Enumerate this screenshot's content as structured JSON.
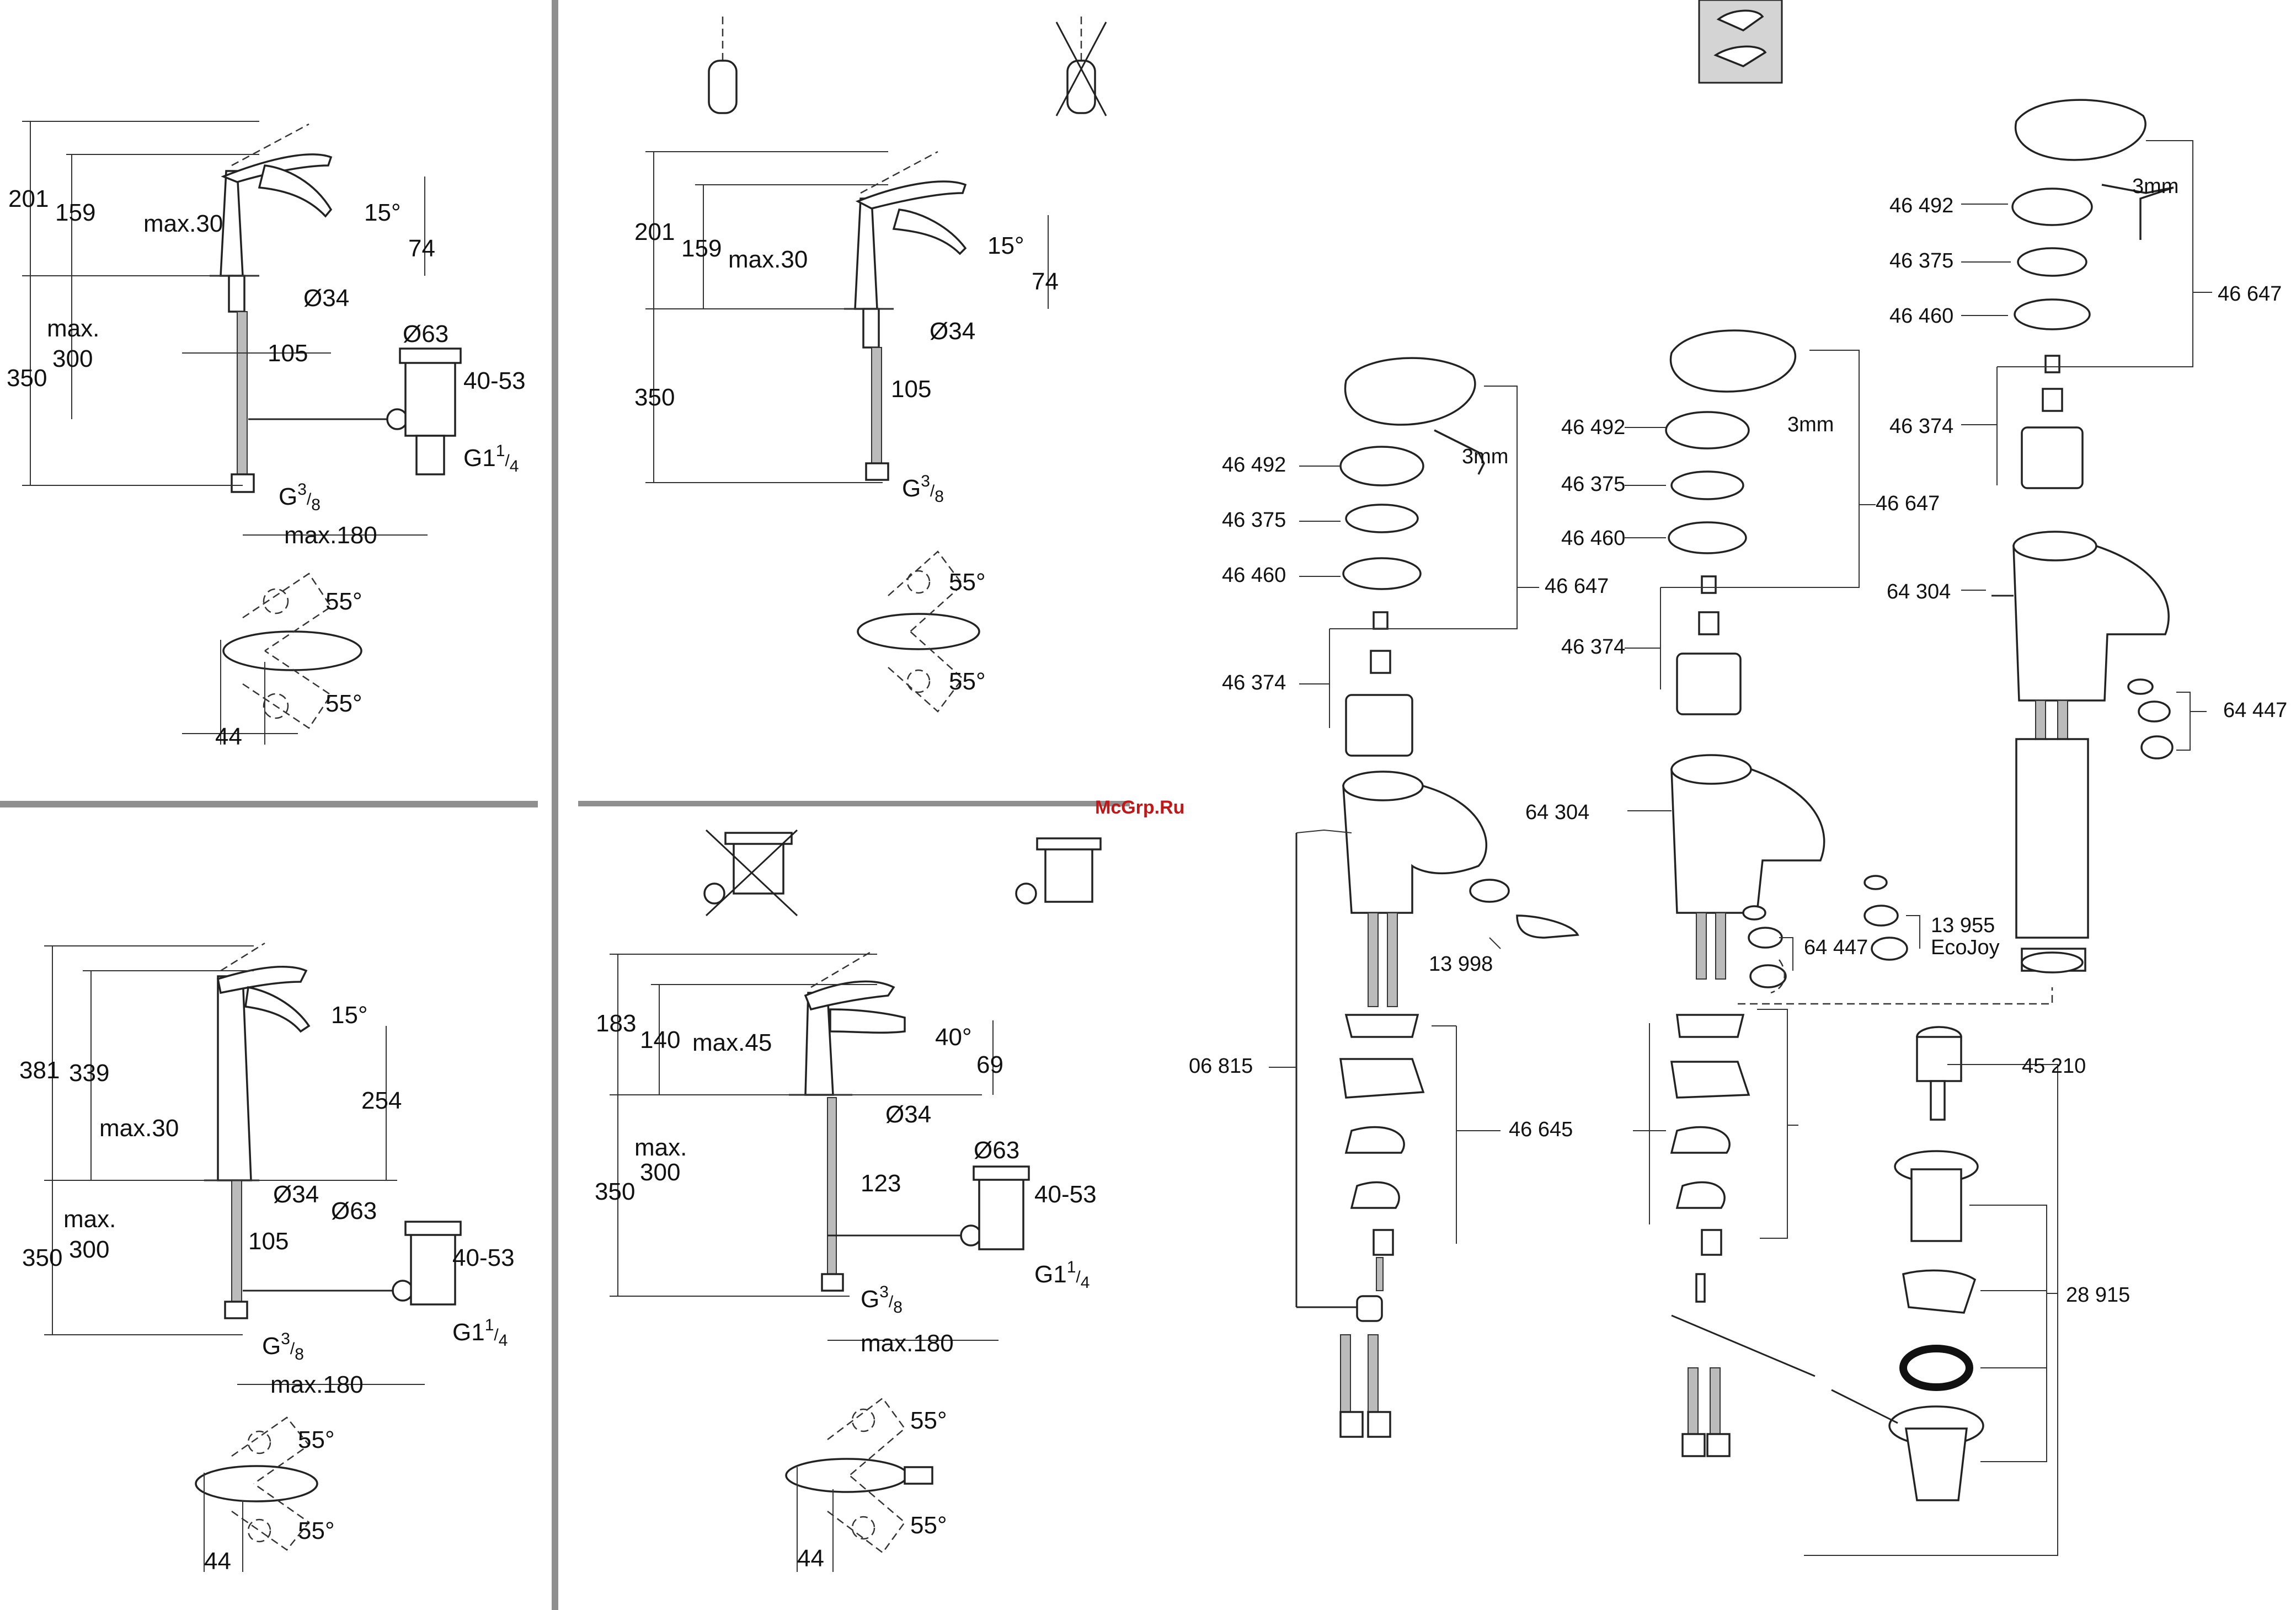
{
  "watermark": "McGrp.Ru",
  "handle_pictogram": "lever-handle-icon",
  "panel_basin_standard": {
    "height_total": "201",
    "height_spout": "159",
    "max_height": "max.30",
    "angle_spout": "15°",
    "spout_drop": "74",
    "diameter_hole": "Ø34",
    "reach": "105",
    "diameter_waste": "Ø63",
    "max_label": "max.",
    "max_depth": "300",
    "hose_length": "350",
    "waste_range": "40-53",
    "thread_waste_main": "G1",
    "thread_waste_num": "1",
    "thread_waste_den": "4",
    "thread_supply_main": "G",
    "thread_supply_num": "3",
    "thread_supply_den": "8",
    "max_distance": "max.180",
    "angle_top": "55°",
    "angle_bottom": "55°",
    "offset": "44"
  },
  "panel_basin_tall": {
    "height_total": "381",
    "height_spout": "339",
    "angle_spout": "15°",
    "spout_height": "254",
    "max_height": "max.30",
    "diameter_hole": "Ø34",
    "diameter_waste": "Ø63",
    "reach": "105",
    "max_label": "max.",
    "max_depth": "300",
    "waste_range": "40-53",
    "hose_length": "350",
    "thread_supply_main": "G",
    "thread_supply_num": "3",
    "thread_supply_den": "8",
    "thread_waste_main": "G1",
    "thread_waste_num": "1",
    "thread_waste_den": "4",
    "max_distance": "max.180",
    "angle_top": "55°",
    "angle_bottom": "55°",
    "offset": "44"
  },
  "panel_basin_no_waste": {
    "height_total": "201",
    "height_spout": "159",
    "max_height": "max.30",
    "angle_spout": "15°",
    "spout_drop": "74",
    "diameter_hole": "Ø34",
    "reach": "105",
    "hose_length": "350",
    "thread_supply_main": "G",
    "thread_supply_num": "3",
    "thread_supply_den": "8",
    "angle_top": "55°",
    "angle_bottom": "55°"
  },
  "panel_bidet": {
    "height_total": "183",
    "height_spout": "140",
    "max_height": "max.45",
    "angle_spout": "40°",
    "spout_height": "69",
    "diameter_hole": "Ø34",
    "diameter_waste": "Ø63",
    "reach": "123",
    "max_label": "max.",
    "max_depth": "300",
    "waste_range": "40-53",
    "hose_length": "350",
    "thread_supply_main": "G",
    "thread_supply_num": "3",
    "thread_supply_den": "8",
    "thread_waste_main": "G1",
    "thread_waste_num": "1",
    "thread_waste_den": "4",
    "max_distance": "max.180",
    "angle_top": "55°",
    "angle_bottom": "55°",
    "offset": "44"
  },
  "parts_bidet": {
    "p1": "46 492",
    "p2": "46 375",
    "p3": "46 460",
    "p4": "46 374",
    "group_cartridge": "46 647",
    "aerator": "13 998",
    "pull_rod": "06 815",
    "fixing": "46 645",
    "key_label": "3mm"
  },
  "parts_basin_standard": {
    "p1": "46 492",
    "p2": "46 375",
    "p3": "46 460",
    "p4": "46 374",
    "group_cartridge": "46 647",
    "body": "64 304",
    "aerator": "64 447",
    "aerator_eco": "13 955",
    "eco_label": "EcoJoy",
    "key_label": "3mm"
  },
  "parts_basin_tall": {
    "p1": "46 492",
    "p2": "46 375",
    "p3": "46 460",
    "p4": "46 374",
    "group_cartridge": "46 647",
    "body": "64 304",
    "aerator": "64 447",
    "key_label": "3mm"
  },
  "parts_waste": {
    "plug": "45 210",
    "waste_set": "28 915"
  }
}
